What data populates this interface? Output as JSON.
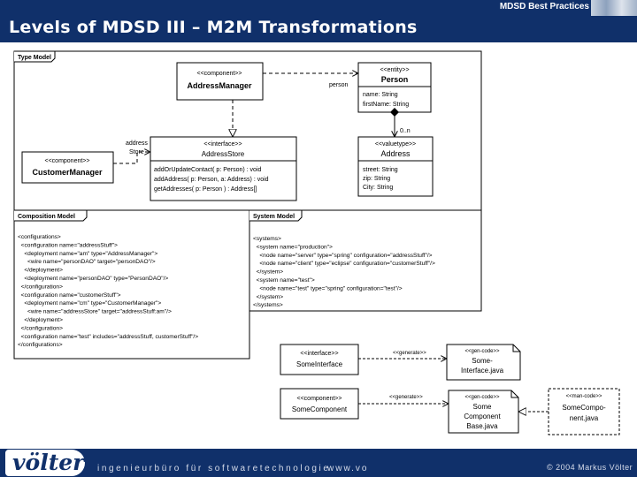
{
  "header": {
    "brand": "MDSD Best Practices",
    "title": "Levels of MDSD III – M2M Transformations"
  },
  "type_model": {
    "frame_label": "Type Model",
    "address_manager": {
      "stereotype": "<<component>>",
      "name": "AddressManager"
    },
    "person": {
      "stereotype": "<<entity>>",
      "name": "Person",
      "attrs": [
        "name: String",
        "firstName: String"
      ]
    },
    "address_store": {
      "stereotype": "<<interface>>",
      "name": "AddressStore",
      "ops": [
        "addOrUpdateContact( p: Person) : void",
        "addAddress( p: Person, a: Address) : void",
        "getAddresses( p: Person ) : Address[]"
      ]
    },
    "address": {
      "stereotype": "<<valuetype>>",
      "name": "Address",
      "attrs": [
        "street: String",
        "zip: String",
        "City: String"
      ]
    },
    "customer_manager": {
      "stereotype": "<<component>>",
      "name": "CustomerManager"
    },
    "role_person": "person",
    "multiplicity": "0..n",
    "role_address_store": [
      "address",
      "Store"
    ]
  },
  "composition_model": {
    "frame_label": "Composition Model",
    "lines": [
      "<configurations>",
      "  <configuration name=\"addressStuff\">",
      "    <deployment name=\"am\" type=\"AddressManager\">",
      "      <wire name=\"personDAO\" target=\"personDAO\"/>",
      "    </deployment>",
      "    <deployment name=\"personDAO\" type=\"PersonDAO\"/>",
      "  </configuration>",
      "  <configuration name=\"customerStuff\">",
      "    <deployment name=\"cm\" type=\"CustomerManager\">",
      "      <wire name=\"addressStore\" target=\"addressStuff:am\"/>",
      "    </deployment>",
      "  </configuration>",
      "  <configuration name=\"test\" includes=\"addressStuff, customerStuff\"/>",
      "</configurations>"
    ]
  },
  "system_model": {
    "frame_label": "System Model",
    "lines": [
      "<systems>",
      "  <system name=\"production\">",
      "    <node name=\"server\" type=\"spring\" configuration=\"addressStuff\"/>",
      "    <node name=\"client\" type=\"eclipse\" configuration=\"customerStuff\"/>",
      "  </system>",
      "  <system name=\"test\">",
      "    <node name=\"test\" type=\"spring\" configuration=\"test\"/>",
      "  </system>",
      "</systems>"
    ]
  },
  "generated": {
    "some_interface": {
      "stereotype": "<<interface>>",
      "name": "SomeInterface"
    },
    "some_component": {
      "stereotype": "<<component>>",
      "name": "SomeComponent"
    },
    "generates_label": "<<generate>>",
    "gen_interface": {
      "stereotype": "<<gen-code>>",
      "lines": [
        "Some-",
        "Interface.java"
      ]
    },
    "gen_component": {
      "stereotype": "<<gen-code>>",
      "lines": [
        "Some",
        "Component",
        "Base.java"
      ]
    },
    "man_component": {
      "stereotype": "<<man-code>>",
      "lines": [
        "SomeCompo-",
        "nent.java"
      ]
    }
  },
  "footer": {
    "logo": "völter",
    "tagline": "ingenieurbüro für softwaretechnologie",
    "web": "www.vo",
    "copyright": "© 2004  Markus Völter"
  },
  "colors": {
    "brand_blue": "#10306a",
    "box_fill": "#ffffff",
    "stroke": "#000000"
  }
}
